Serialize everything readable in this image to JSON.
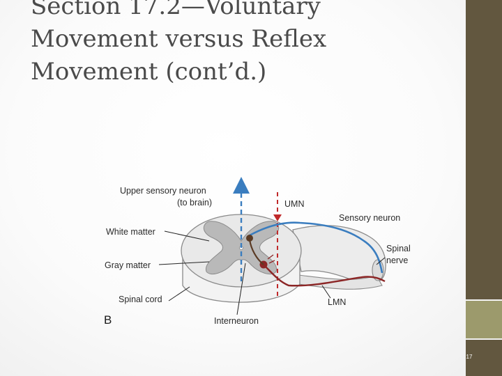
{
  "slide": {
    "title_lines": [
      "Section 17.2—Voluntary",
      "Movement versus Reflex",
      "Movement (cont’d.)"
    ],
    "page_number": "17"
  },
  "figure": {
    "labels": {
      "upper_sensory_1": "Upper sensory neuron",
      "upper_sensory_2": "(to brain)",
      "umn": "UMN",
      "sensory_neuron": "Sensory neuron",
      "white_matter": "White matter",
      "spinal_nerve_1": "Spinal",
      "spinal_nerve_2": "nerve",
      "gray_matter": "Gray matter",
      "spinal_cord": "Spinal cord",
      "lmn": "LMN",
      "panel": "B",
      "interneuron": "Interneuron"
    },
    "colors": {
      "sensory_path": "#3a7dbf",
      "motor_path": "#8c2626",
      "interneuron": "#5a3a24",
      "gray_matter": "#b9b9b9",
      "white_matter": "#e9e9e9"
    }
  }
}
